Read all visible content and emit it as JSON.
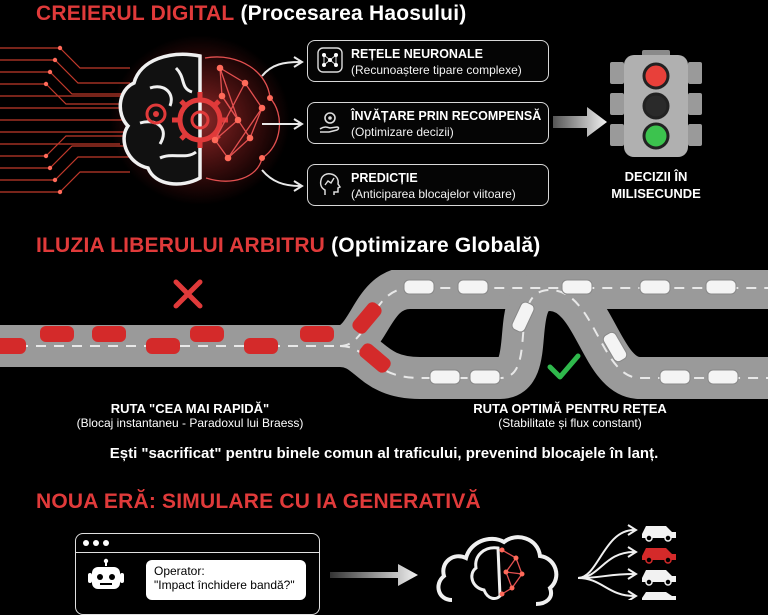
{
  "section1": {
    "title_red": "CREIERUL DIGITAL",
    "title_white": "(Procesarea Haosului)",
    "boxes": [
      {
        "title": "REȚELE NEURONALE",
        "subtitle": "(Recunoaștere tipare complexe)",
        "icon": "network-icon"
      },
      {
        "title": "ÎNVĂȚARE PRIN RECOMPENSĂ",
        "subtitle": "(Optimizare decizii)",
        "icon": "gear-hand-icon"
      },
      {
        "title": "PREDICȚIE",
        "subtitle": "(Anticiparea blocajelor viitoare)",
        "icon": "head-graph-icon"
      }
    ],
    "decision_label_line1": "DECIZII ÎN",
    "decision_label_line2": "MILISECUNDE"
  },
  "section2": {
    "title_red": "ILUZIA LIBERULUI ARBITRU",
    "title_white": "(Optimizare Globală)",
    "route_fast_title": "RUTA \"CEA MAI RAPIDĂ\"",
    "route_fast_sub": "(Blocaj instantaneu - Paradoxul lui Braess)",
    "route_opt_title": "RUTA OPTIMĂ PENTRU REȚEA",
    "route_opt_sub": "(Stabilitate și flux constant)",
    "statement": "Ești \"sacrificat\" pentru binele comun al traficului, prevenind blocajele în lanț."
  },
  "section3": {
    "title_red": "NOUA ERĂ: SIMULARE CU IA GENERATIVĂ",
    "chat_speaker": "Operator:",
    "chat_text": "\"Impact închidere bandă?\""
  },
  "colors": {
    "accent_red": "#e03a3a",
    "car_red": "#d42a2a",
    "check_green": "#2fb84c",
    "traffic_red": "#e8403a",
    "traffic_green": "#3cc34e"
  }
}
